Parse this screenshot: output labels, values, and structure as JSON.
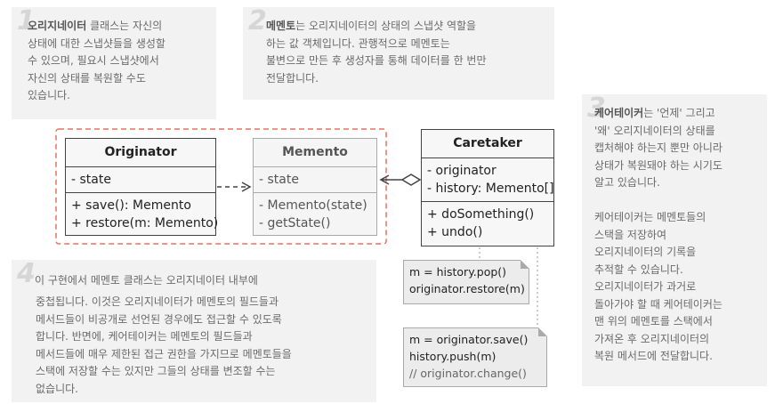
{
  "notes": [
    {
      "number": "1",
      "lines": [
        {
          "bold": "오리지네이터",
          "text": " 클래스는 자신의"
        },
        {
          "bold": "",
          "text": "상태에 대한 스냅샷들을 생성할"
        },
        {
          "bold": "",
          "text": "수 있으며, 필요시 스냅샷에서"
        },
        {
          "bold": "",
          "text": "자신의 상태를 복원할 수도"
        },
        {
          "bold": "",
          "text": "있습니다."
        }
      ]
    },
    {
      "number": "2",
      "lines": [
        {
          "bold": "메멘토",
          "text": "는 오리지네이터의 상태의 스냅샷 역할을"
        },
        {
          "bold": "",
          "text": "하는 값 객체입니다. 관행적으로 메멘토는"
        },
        {
          "bold": "",
          "text": "불변으로 만든 후 생성자를 통해 데이터를 한 번만"
        },
        {
          "bold": "",
          "text": "전달합니다."
        }
      ]
    },
    {
      "number": "3",
      "lines": [
        {
          "bold": "케어테이커",
          "text": "는 '언제' 그리고"
        },
        {
          "bold": "",
          "text": "'왜' 오리지네이터의 상태를"
        },
        {
          "bold": "",
          "text": "캡처해야 하는지 뿐만 아니라"
        },
        {
          "bold": "",
          "text": "상태가 복원돼야 하는 시기도"
        },
        {
          "bold": "",
          "text": "알고 있습니다."
        },
        {
          "bold": "",
          "text": ""
        },
        {
          "bold": "",
          "text": "케어테이커는 메멘토들의"
        },
        {
          "bold": "",
          "text": "스택을 저장하여"
        },
        {
          "bold": "",
          "text": "오리지네이터의 기록을"
        },
        {
          "bold": "",
          "text": "추적할 수 있습니다."
        },
        {
          "bold": "",
          "text": "오리지네이터가 과거로"
        },
        {
          "bold": "",
          "text": "돌아가야 할 때 케어테이커는"
        },
        {
          "bold": "",
          "text": "맨 위의 메멘토를 스택에서"
        },
        {
          "bold": "",
          "text": "가져온 후 오리지네이터의"
        },
        {
          "bold": "",
          "text": "복원 메서드에 전달합니다."
        }
      ]
    },
    {
      "number": "4",
      "lines": [
        {
          "bold": "",
          "text": "이 구현에서 메멘토 클래스는 오리지네이터 내부에"
        },
        {
          "bold": "",
          "text": "중첩됩니다. 이것은 오리지네이터가 메멘토의 필드들과"
        },
        {
          "bold": "",
          "text": "메서드들이 비공개로 선언된 경우에도 접근할 수 있도록"
        },
        {
          "bold": "",
          "text": "합니다. 반면에, 케어테이커는 메멘토의 필드들과"
        },
        {
          "bold": "",
          "text": "메서드들에 매우 제한된 접근 권한을 가지므로 메멘토들을"
        },
        {
          "bold": "",
          "text": "스택에 저장할 수는 있지만 그들의 상태를 변조할 수는"
        },
        {
          "bold": "",
          "text": "없습니다."
        }
      ]
    }
  ],
  "classes": {
    "originator": {
      "name": "Originator",
      "fields": [
        "- state"
      ],
      "methods": [
        "+ save(): Memento",
        "+ restore(m: Memento)"
      ]
    },
    "memento": {
      "name": "Memento",
      "fields": [
        "- state"
      ],
      "methods": [
        "- Memento(state)",
        "- getState()"
      ]
    },
    "caretaker": {
      "name": "Caretaker",
      "fields": [
        "- originator",
        "- history: Memento[]"
      ],
      "methods": [
        "+ doSomething()",
        "+ undo()"
      ]
    }
  },
  "code_notes": {
    "undo": [
      "m = history.pop()",
      "originator.restore(m)"
    ],
    "do_something": [
      "m = originator.save()",
      "history.push(m)",
      "// originator.change()"
    ]
  },
  "colors": {
    "nested_border": "#e8735f",
    "note_bg": "#f2f2f2",
    "class_border": "#444444"
  }
}
